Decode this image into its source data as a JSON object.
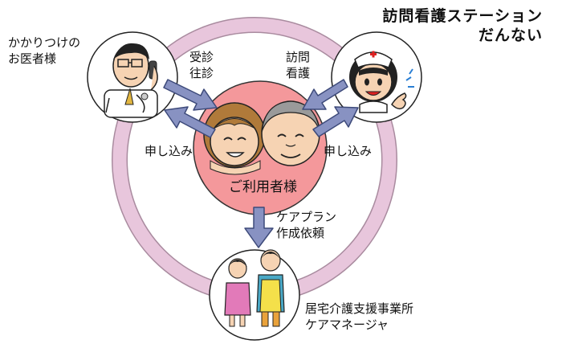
{
  "title": {
    "line1": "訪問看護ステーション",
    "line2": "だんない"
  },
  "nodes": {
    "doctor": {
      "line1": "かかりつけの",
      "line2": "お医者様"
    },
    "user": {
      "label": "ご利用者様"
    },
    "care_office": {
      "line1": "居宅介護支援事業所",
      "line2": "ケアマネージャ"
    }
  },
  "arrows": {
    "doctor_to_user": {
      "line1": "受診",
      "line2": "往診"
    },
    "nurse_to_user": {
      "line1": "訪問",
      "line2": "看護"
    },
    "user_to_doctor": {
      "label": "申し込み"
    },
    "user_to_nurse": {
      "label": "申し込み"
    },
    "user_to_care": {
      "line1": "ケアプラン",
      "line2": "作成依頼"
    }
  },
  "colors": {
    "ring": "#e8c6dc",
    "ring_edge": "#a98b9f",
    "center": "#f4989b",
    "arrow": "#8892c2",
    "arrow_edge": "#3d4a7a"
  }
}
